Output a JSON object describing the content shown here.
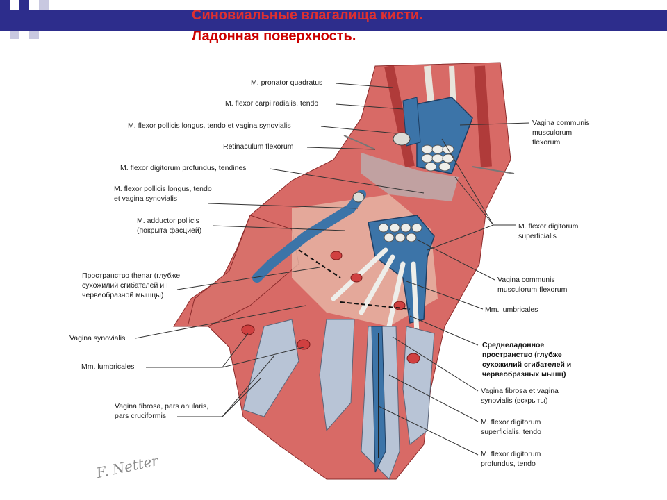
{
  "title": {
    "line1": "Синовиальные влагалища кисти.",
    "line2": "Ладонная поверхность."
  },
  "colors": {
    "header_bar": "#2d2d8c",
    "title_red": "#e03030",
    "muscle": "#c8383a",
    "sheath_blue": "#3c74a8",
    "tendon": "#eeeeea"
  },
  "labels": {
    "pronator": "M. pronator quadratus",
    "flexor_carpi": "M. flexor carpi radialis, tendo",
    "fpl_top": "M. flexor pollicis longus, tendo et vagina synovialis",
    "retinaculum": "Retinaculum flexorum",
    "fdp_tendines": "M. flexor digitorum profundus, tendines",
    "fpl_mid_1": "M. flexor pollicis longus, tendo",
    "fpl_mid_2": "et vagina synovialis",
    "adductor_1": "M. adductor pollicis",
    "adductor_2": "(покрыта фасцией)",
    "thenar_1": "Пространство thenar (глубже",
    "thenar_2": "сухожилий сгибателей и I",
    "thenar_3": "червеобразной мышцы)",
    "vagina_synovialis": "Vagina synovialis",
    "lumbricales_left": "Mm. lumbricales",
    "fibrosa_1": "Vagina fibrosa, pars anularis,",
    "fibrosa_2": "pars cruciformis",
    "vcm_top_1": "Vagina communis",
    "vcm_top_2": "musculorum",
    "vcm_top_3": "flexorum",
    "fds_1": "M. flexor digitorum",
    "fds_2": "superficialis",
    "vcm_mid_1": "Vagina communis",
    "vcm_mid_2": "musculorum flexorum",
    "lumbricales_right": "Mm. lumbricales",
    "midpalmar_1": "Среднеладонное",
    "midpalmar_2": "пространство (глубже",
    "midpalmar_3": "сухожилий сгибателей и",
    "midpalmar_4": "червеобразных мышц)",
    "fibrosa_open_1": "Vagina fibrosa et vagina",
    "fibrosa_open_2": "synovialis (вскрыты)",
    "fds_tendo_1": "M. flexor digitorum",
    "fds_tendo_2": "superficialis, tendo",
    "fdp_tendo_1": "M. flexor digitorum",
    "fdp_tendo_2": "profundus, tendo"
  },
  "signature": "F. Netter"
}
